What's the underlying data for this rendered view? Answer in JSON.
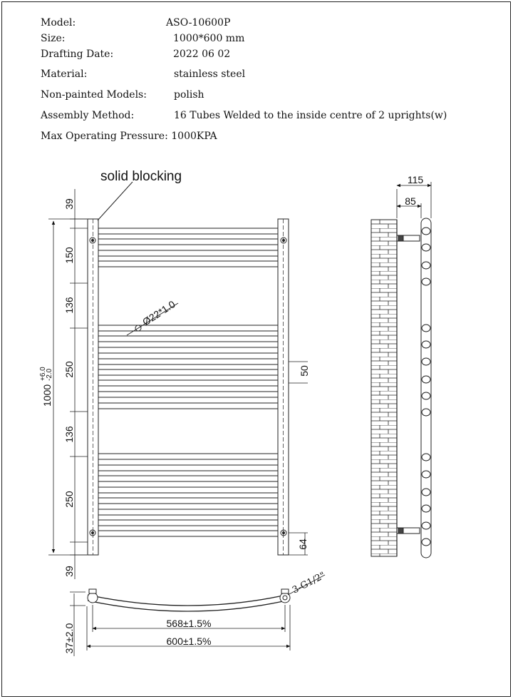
{
  "spec": {
    "model_label": "Model:",
    "model_value": "ASO-10600P",
    "size_label": "Size:",
    "size_value": "1000*600 mm",
    "date_label": "Drafting Date:",
    "date_value": "2022 06 02",
    "material_label": "Material:",
    "material_value": "stainless steel",
    "finish_label": "Non-painted Models:",
    "finish_value": "polish",
    "assembly_label": "Assembly Method:",
    "assembly_value": "16 Tubes Welded to the inside centre of 2 uprights(w)",
    "pressure_text": "Max Operating Pressure: 1000KPA"
  },
  "drawing": {
    "annotation": "solid blocking",
    "tube_diameter": "Ø22*1.0",
    "overall_height": "1000",
    "height_tol_plus": "+6.0",
    "height_tol_minus": "-2.0",
    "dims_left": [
      "39",
      "150",
      "136",
      "250",
      "136",
      "250",
      "39"
    ],
    "spacing_right": "50",
    "bottom_right": "64",
    "side_depth_total": "115",
    "side_depth_inner": "85",
    "connection": "3-G1/2\"",
    "centres_width": "568±1.5%",
    "overall_width": "600±1.5%",
    "curve_depth": "37±2.0"
  }
}
